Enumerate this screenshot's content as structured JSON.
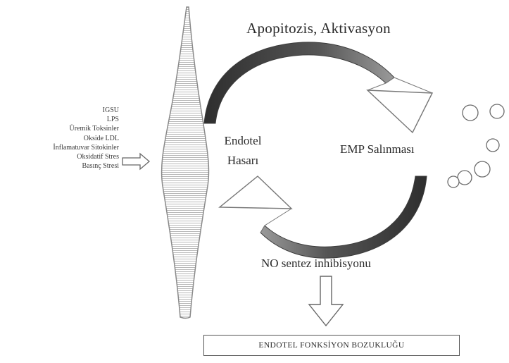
{
  "diagram": {
    "top_label": "Apopitozis, Aktivasyon",
    "left_label_line1": "Endotel",
    "left_label_line2": "Hasarı",
    "right_label": "EMP Salınması",
    "bottom_label": "NO sentez inhibisyonu",
    "result_box_label": "ENDOTEL FONKSİYON BOZUKLUĞU",
    "factors": [
      "IGSU",
      "LPS",
      "Üremik Toksinler",
      "Okside LDL",
      "İnflamatuvar Sitokinler",
      "Oksidatif Stres",
      "Basınç Stresi"
    ]
  },
  "colors": {
    "cycle_arrow_dark": "#3c3c3c",
    "arrow_outline": "#777777",
    "cell_outline": "#8a8a8a",
    "cell_hatch": "#b8b8b8",
    "particle_outline": "#6a6a6a"
  }
}
